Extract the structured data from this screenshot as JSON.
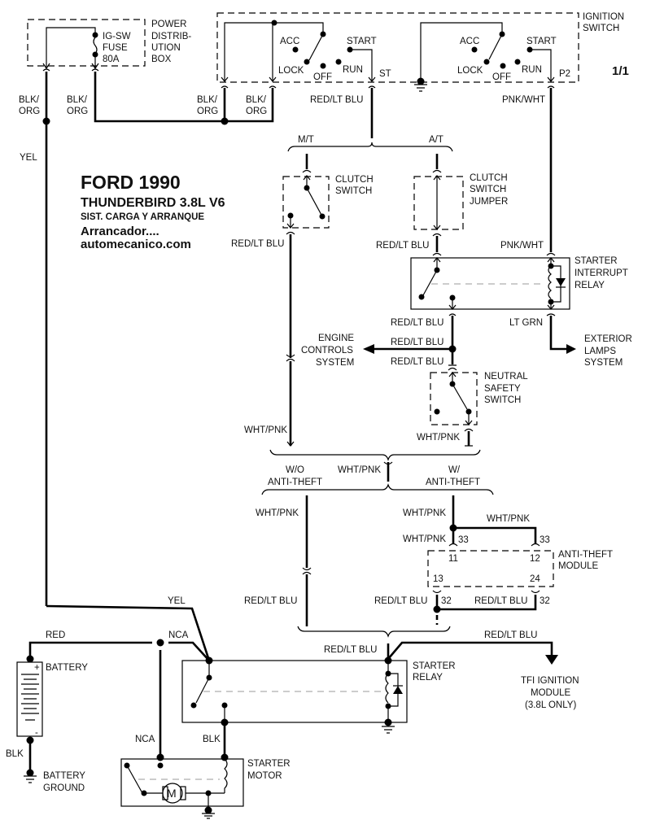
{
  "title": {
    "make_year": "FORD 1990",
    "model": "THUNDERBIRD  3.8L  V6",
    "system": "SIST. CARGA Y ARRANQUE",
    "subsystem": "Arrancador....",
    "site": "automecanico.com"
  },
  "page_indicator": "1/1",
  "components": {
    "power_distribution_box": [
      "POWER",
      "DISTRIB-",
      "UTION",
      "BOX"
    ],
    "fuse": [
      "IG-SW",
      "FUSE",
      "80A"
    ],
    "ignition_switch": [
      "IGNITION",
      "SWITCH"
    ],
    "clutch_switch": [
      "CLUTCH",
      "SWITCH"
    ],
    "clutch_switch_jumper": [
      "CLUTCH",
      "SWITCH",
      "JUMPER"
    ],
    "starter_interrupt_relay": [
      "STARTER",
      "INTERRUPT",
      "RELAY"
    ],
    "engine_controls": [
      "ENGINE",
      "CONTROLS",
      "SYSTEM"
    ],
    "exterior_lamps": [
      "EXTERIOR",
      "LAMPS",
      "SYSTEM"
    ],
    "neutral_safety_switch": [
      "NEUTRAL",
      "SAFETY",
      "SWITCH"
    ],
    "anti_theft_module": [
      "ANTI-THEFT",
      "MODULE"
    ],
    "starter_relay": [
      "STARTER",
      "RELAY"
    ],
    "tfi_module": [
      "TFI IGNITION",
      "MODULE",
      "(3.8L ONLY)"
    ],
    "battery": "BATTERY",
    "battery_ground": [
      "BATTERY",
      "GROUND"
    ],
    "starter_motor": [
      "STARTER",
      "MOTOR"
    ],
    "motor_symbol": "M"
  },
  "switch_positions": {
    "left": {
      "acc": "ACC",
      "lock": "LOCK",
      "off": "OFF",
      "run": "RUN",
      "start": "START",
      "terminal": "ST"
    },
    "right": {
      "acc": "ACC",
      "lock": "LOCK",
      "off": "OFF",
      "run": "RUN",
      "start": "START",
      "terminal": "P2"
    }
  },
  "options": {
    "mt": "M/T",
    "at": "A/T",
    "wo_anti_theft": [
      "W/O",
      "ANTI-THEFT"
    ],
    "w_anti_theft": [
      "W/",
      "ANTI-THEFT"
    ]
  },
  "pins": {
    "p33a": "33",
    "p33b": "33",
    "p11": "11",
    "p12": "12",
    "p13": "13",
    "p24": "24",
    "p32a": "32",
    "p32b": "32"
  },
  "battery_polarity": {
    "plus": "+",
    "minus": "-"
  },
  "wires": {
    "blk_org": [
      "BLK/",
      "ORG"
    ],
    "yel": "YEL",
    "red_lt_blu": "RED/LT BLU",
    "pnk_wht": "PNK/WHT",
    "lt_grn": "LT GRN",
    "wht_pnk": "WHT/PNK",
    "red": "RED",
    "nca": "NCA",
    "blk": "BLK"
  }
}
